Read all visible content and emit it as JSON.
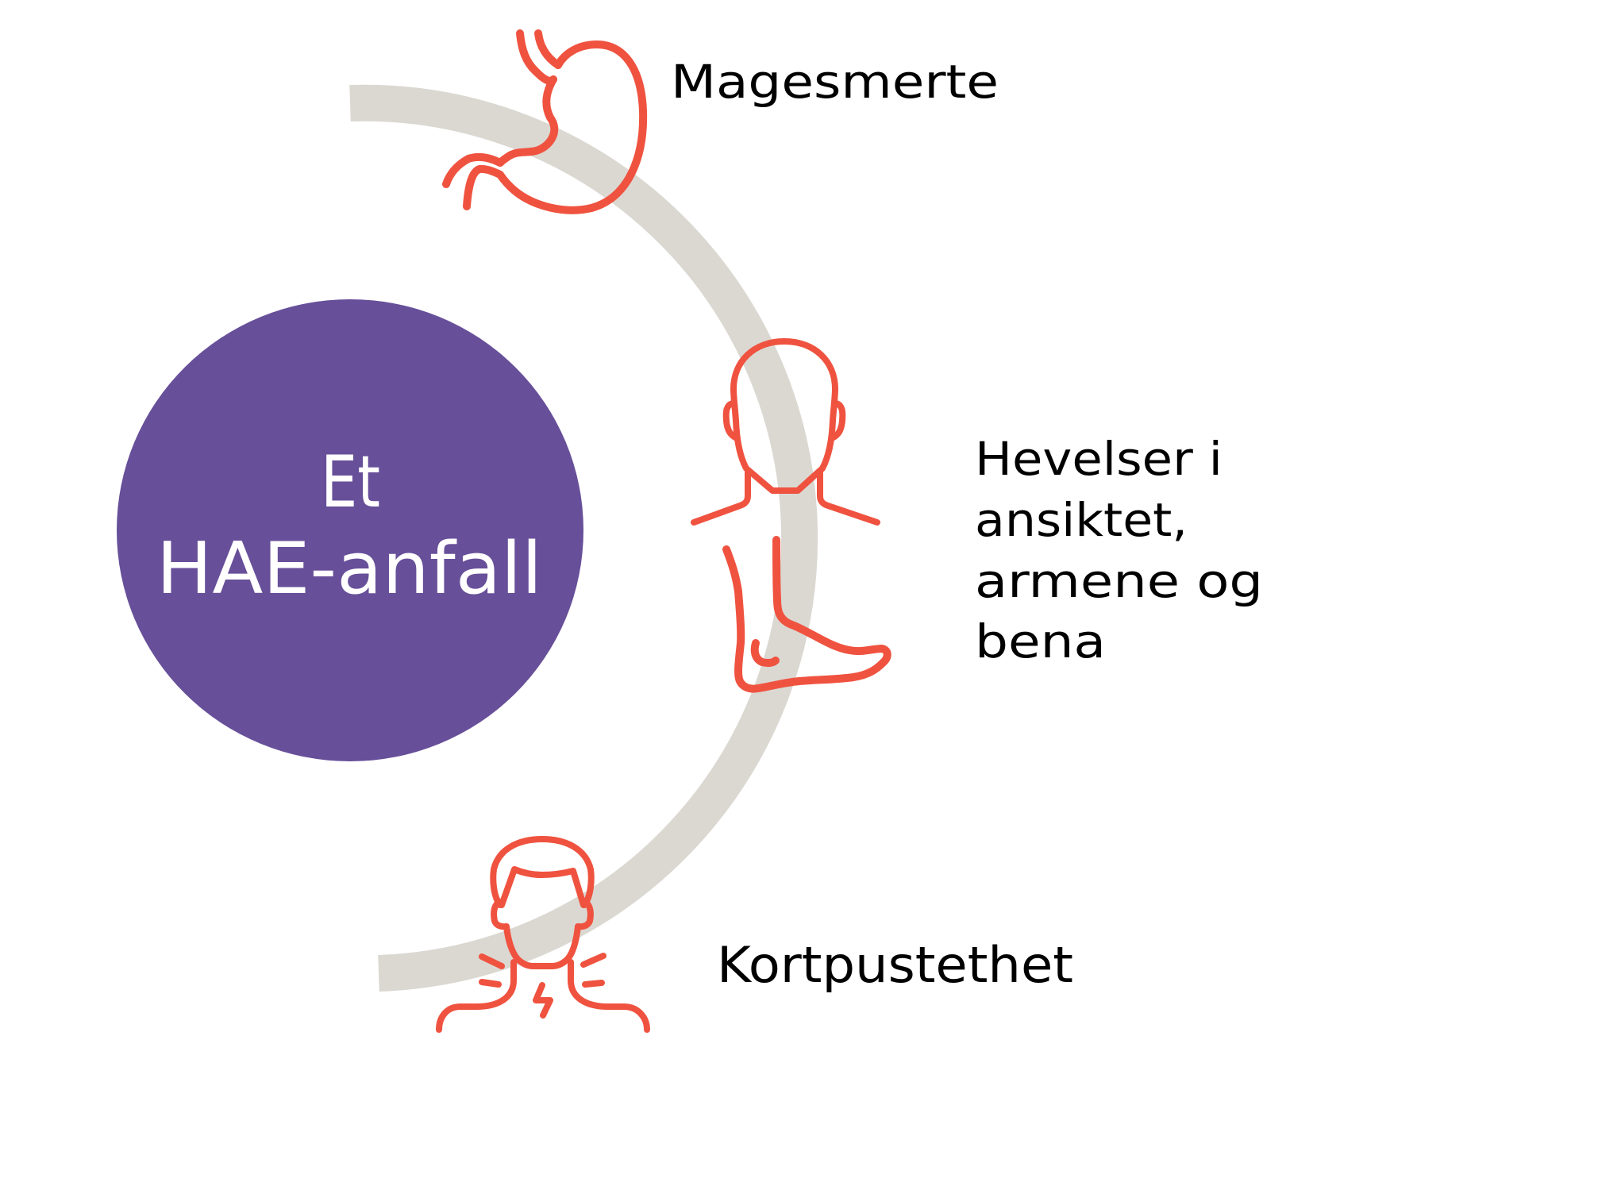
{
  "diagram": {
    "center": {
      "line1": "Et",
      "line2": "HAE-anfall"
    },
    "symptoms": [
      {
        "label_lines": [
          "Magesmerte"
        ],
        "icon": "stomach-icon"
      },
      {
        "label_lines": [
          "Hevelser i",
          "ansiktet,",
          "armene og",
          "bena"
        ],
        "icon": "face-and-foot-swelling-icon"
      },
      {
        "label_lines": [
          "Kortpustethet"
        ],
        "icon": "throat-breathing-icon"
      }
    ]
  },
  "colors": {
    "center_circle": "#674F99",
    "arc": "#DBD8D2",
    "icon_stroke": "#EF5340",
    "label_text": "#000000",
    "center_text": "#FFFFFF",
    "background": "#FFFFFF"
  }
}
